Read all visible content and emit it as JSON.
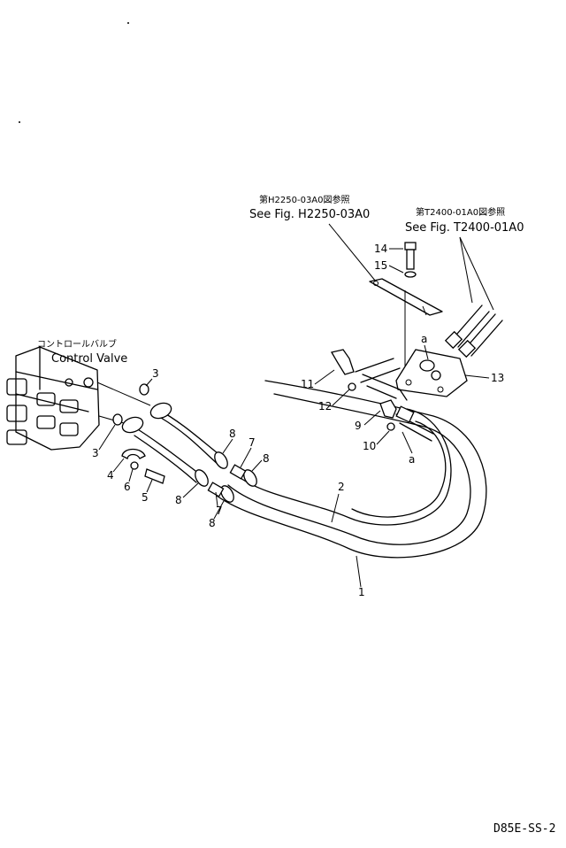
{
  "diagram": {
    "references": {
      "left_jp": "第H2250-03A0図参照",
      "left_en": "See Fig. H2250-03A0",
      "right_jp": "第T2400-01A0図参照",
      "right_en": "See Fig. T2400-01A0"
    },
    "control_valve": {
      "label_jp": "コントロールバルブ",
      "label_en": "Control Valve"
    },
    "callouts": [
      "1",
      "2",
      "3",
      "3",
      "4",
      "5",
      "6",
      "7",
      "7",
      "8",
      "8",
      "8",
      "8",
      "9",
      "10",
      "11",
      "12",
      "13",
      "14",
      "15"
    ],
    "connection_letter": "a",
    "drawing_code": "D85E-SS-2"
  }
}
